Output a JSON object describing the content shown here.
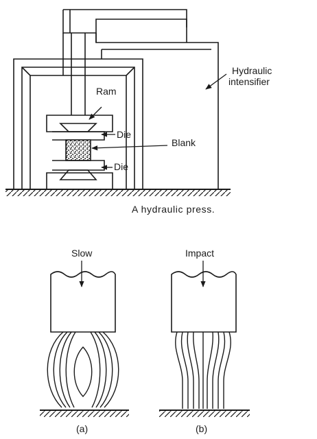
{
  "press": {
    "labels": {
      "ram": "Ram",
      "die_upper": "Die",
      "blank": "Blank",
      "die_lower": "Die",
      "intensifier_line1": "Hydraulic",
      "intensifier_line2": "intensifier"
    },
    "caption": "A hydraulic press."
  },
  "forging": {
    "a": {
      "arrow_label": "Slow",
      "caption": "(a)"
    },
    "b": {
      "arrow_label": "Impact",
      "caption": "(b)"
    }
  },
  "colors": {
    "ink": "#1a1a1a",
    "background": "#ffffff"
  }
}
